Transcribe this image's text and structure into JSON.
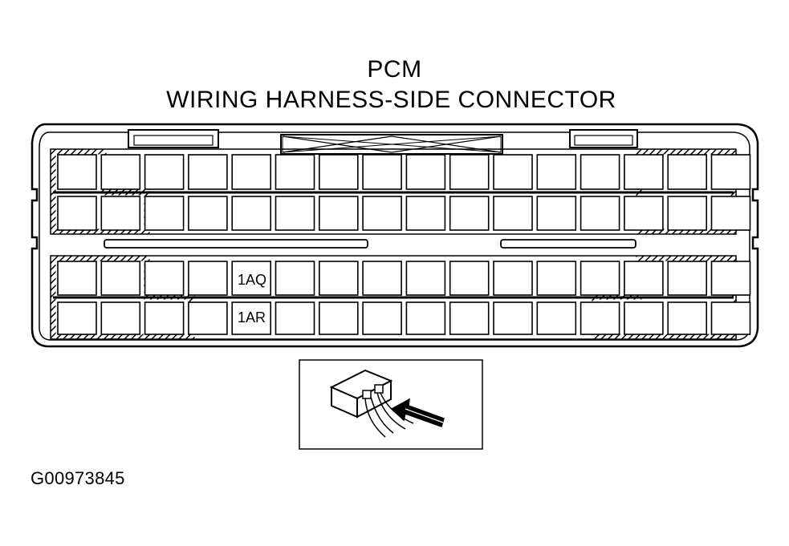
{
  "title": "PCM",
  "subtitle": "WIRING HARNESS-SIDE CONNECTOR",
  "terminal_labels": [
    "1AQ",
    "1AR"
  ],
  "figure_code": "G00973845",
  "connector": {
    "columns": 16,
    "rows": 4
  },
  "colors": {
    "line": "#000000",
    "background": "#ffffff",
    "arrow": "#000000"
  }
}
